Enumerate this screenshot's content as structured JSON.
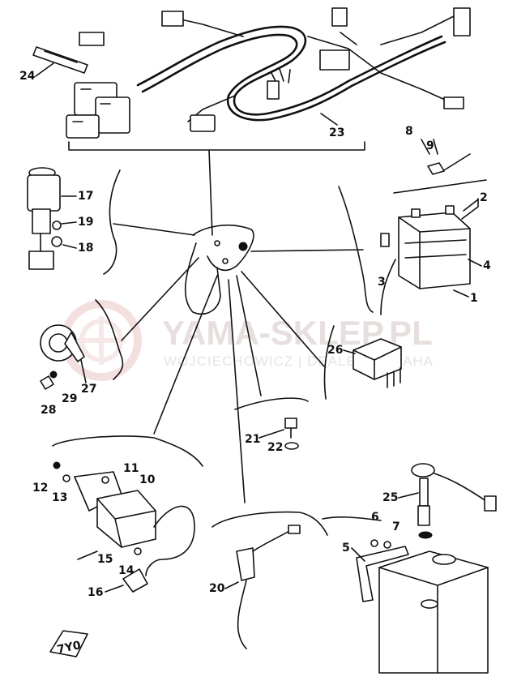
{
  "watermark": {
    "brand": "YAMA-SKLEP.PL",
    "tagline": "WOJCIECHOWICZ | DEALER YAMAHA"
  },
  "page_code": "7Y0",
  "callouts": {
    "c1": "1",
    "c2": "2",
    "c3": "3",
    "c4": "4",
    "c5": "5",
    "c6": "6",
    "c7": "7",
    "c8": "8",
    "c9": "9",
    "c10": "10",
    "c11": "11",
    "c12": "12",
    "c13": "13",
    "c14": "14",
    "c15": "15",
    "c16": "16",
    "c17": "17",
    "c18": "18",
    "c19": "19",
    "c20": "20",
    "c21": "21",
    "c22": "22",
    "c23": "23",
    "c24": "24",
    "c25": "25",
    "c26": "26",
    "c27": "27",
    "c28": "28",
    "c29": "29"
  }
}
